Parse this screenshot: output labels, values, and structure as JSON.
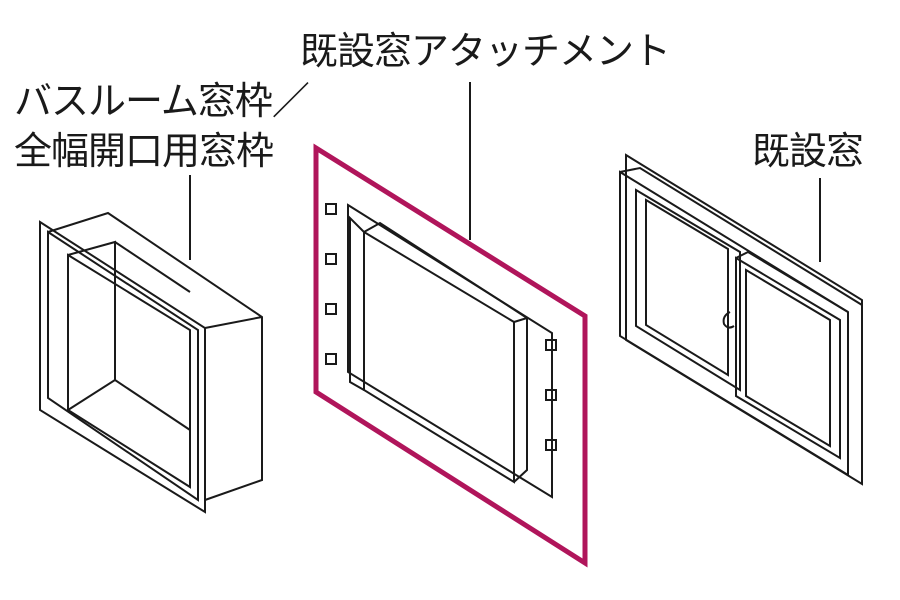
{
  "labels": {
    "bathroom_frame_line1": "バスルーム窓枠／",
    "bathroom_frame_line2": "全幅開口用窓枠",
    "attachment": "既設窓アタッチメント",
    "existing_window": "既設窓"
  },
  "colors": {
    "line": "#1a1a1a",
    "highlight": "#b0155b",
    "background": "#ffffff"
  }
}
